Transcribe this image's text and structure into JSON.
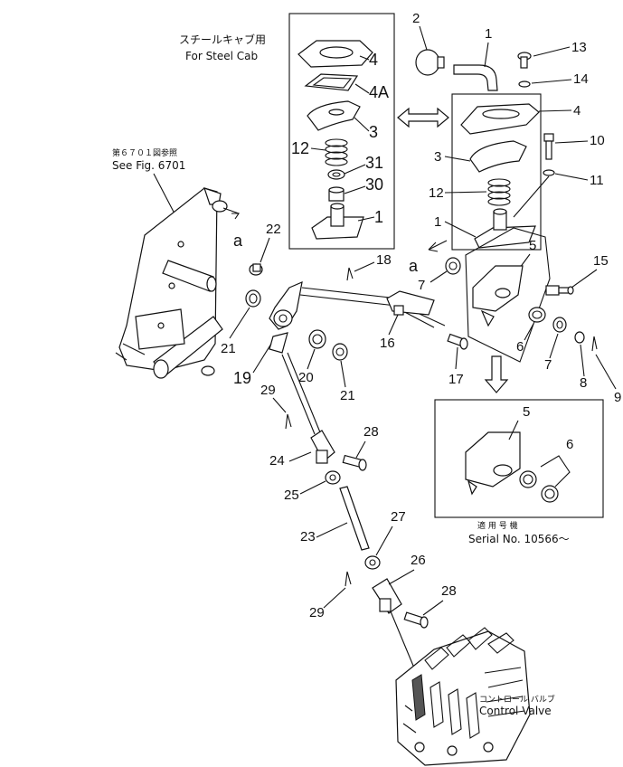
{
  "notes": {
    "steel_cab_jp": "スチールキャブ用",
    "steel_cab_en": "For Steel Cab",
    "see_fig_jp": "第６７０１図参照",
    "see_fig_en": "See Fig. 6701",
    "serial_jp": "適 用 号 機",
    "serial_en": "Serial No. 10566～",
    "valve_jp": "コントロール バルブ",
    "valve_en": "Control Valve"
  },
  "callouts": {
    "c1_top": "1",
    "c2": "2",
    "c13": "13",
    "c14": "14",
    "c4_right": "4",
    "c10": "10",
    "c3_right": "3",
    "c11": "11",
    "c12_right": "12",
    "c1_right": "1",
    "c5_top": "5",
    "c15": "15",
    "c6_mid": "6",
    "c7_right": "7",
    "c8": "8",
    "c9": "9",
    "c4_box": "4",
    "c4a": "4A",
    "c3_box": "3",
    "c12_box": "12",
    "c31": "31",
    "c30": "30",
    "c1_box": "1",
    "c22": "22",
    "c21_left": "21",
    "c19": "19",
    "c20": "20",
    "c21_mid": "21",
    "c18": "18",
    "c7_mid": "7",
    "c16": "16",
    "c17": "17",
    "c29_top": "29",
    "c24": "24",
    "c28_top": "28",
    "c25": "25",
    "c23": "23",
    "c27": "27",
    "c26": "26",
    "c28_bottom": "28",
    "c29_bottom": "29",
    "c5_serial": "5",
    "c6_serial": "6",
    "a_left": "a",
    "a_right": "a"
  }
}
